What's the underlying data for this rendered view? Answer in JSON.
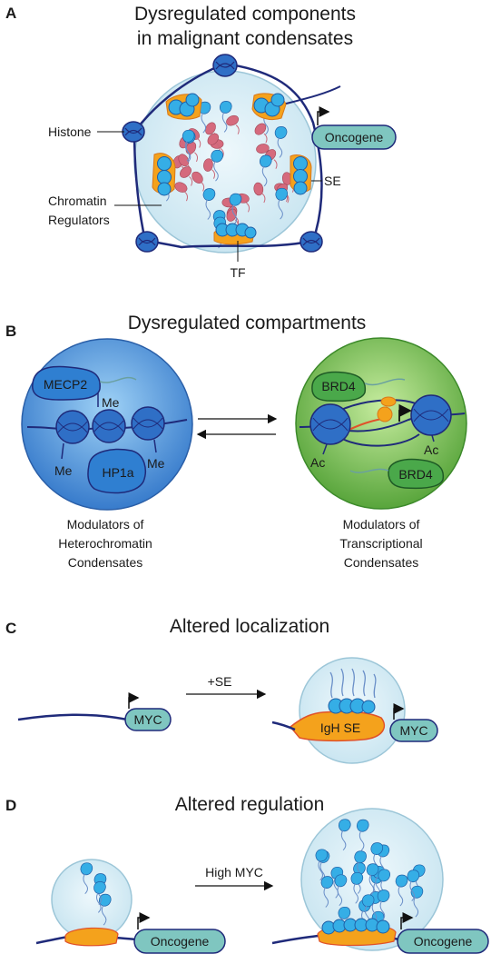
{
  "panels": [
    {
      "letter": "A",
      "title_lines": [
        "Dysregulated components",
        "in malignant condensates"
      ],
      "labels": {
        "histone": "Histone",
        "oncogene": "Oncogene",
        "se": "SE",
        "chromatin_1": "Chromatin",
        "chromatin_2": "Regulators",
        "tf": "TF"
      }
    },
    {
      "letter": "B",
      "title": "Dysregulated compartments",
      "labels": {
        "mecp2": "MECP2",
        "me_top": "Me",
        "me_left": "Me",
        "me_right": "Me",
        "hp1a": "HP1a",
        "brd4_top": "BRD4",
        "brd4_bottom": "BRD4",
        "ac_left": "Ac",
        "ac_right": "Ac"
      },
      "caption_left": [
        "Modulators of",
        "Heterochromatin",
        "Condensates"
      ],
      "caption_right": [
        "Modulators of",
        "Transcriptional",
        "Condensates"
      ]
    },
    {
      "letter": "C",
      "title": "Altered localization",
      "labels": {
        "myc_left": "MYC",
        "arrow": "+SE",
        "igh_se": "IgH SE",
        "myc_right": "MYC"
      }
    },
    {
      "letter": "D",
      "title": "Altered regulation",
      "labels": {
        "oncogene_left": "Oncogene",
        "arrow": "High MYC",
        "oncogene_right": "Oncogene"
      }
    }
  ],
  "colors": {
    "dna": "#1f2a7a",
    "condensate": "#cfe8f2",
    "histone": "#2f6fc6",
    "tf": "#35aee6",
    "regulator": "#d56a7d",
    "enhancer": "#f4a21c",
    "gene_box": "#7fc6c0",
    "hetero": "#4a90d8",
    "transcr": "#7cc25a"
  },
  "icons": [
    "promoter-arrow-icon",
    "histone-icon",
    "tf-droplet-icon",
    "chromatin-regulator-icon"
  ]
}
